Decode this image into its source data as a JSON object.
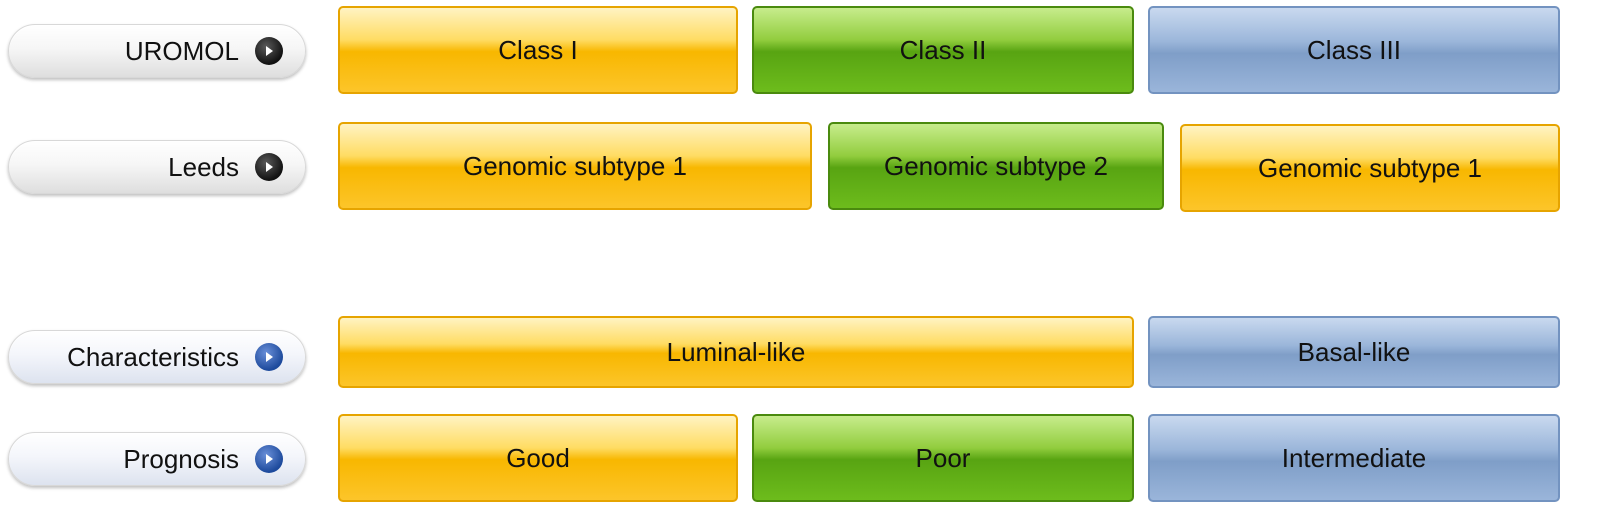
{
  "labels": {
    "uromol": "UROMOL",
    "leeds": "Leeds",
    "characteristics": "Characteristics",
    "prognosis": "Prognosis"
  },
  "uromol": {
    "class1": "Class I",
    "class2": "Class II",
    "class3": "Class III"
  },
  "leeds": {
    "subtype1_left": "Genomic subtype 1",
    "subtype2": "Genomic subtype 2",
    "subtype1_right": "Genomic subtype 1"
  },
  "characteristics": {
    "luminal": "Luminal-like",
    "basal": "Basal-like"
  },
  "prognosis": {
    "good": "Good",
    "poor": "Poor",
    "intermediate": "Intermediate"
  },
  "colors": {
    "yellow": "#f8b700",
    "green": "#58a412",
    "blue": "#7f9ec8"
  },
  "icons": {
    "row_arrow": "play-arrow-icon"
  }
}
